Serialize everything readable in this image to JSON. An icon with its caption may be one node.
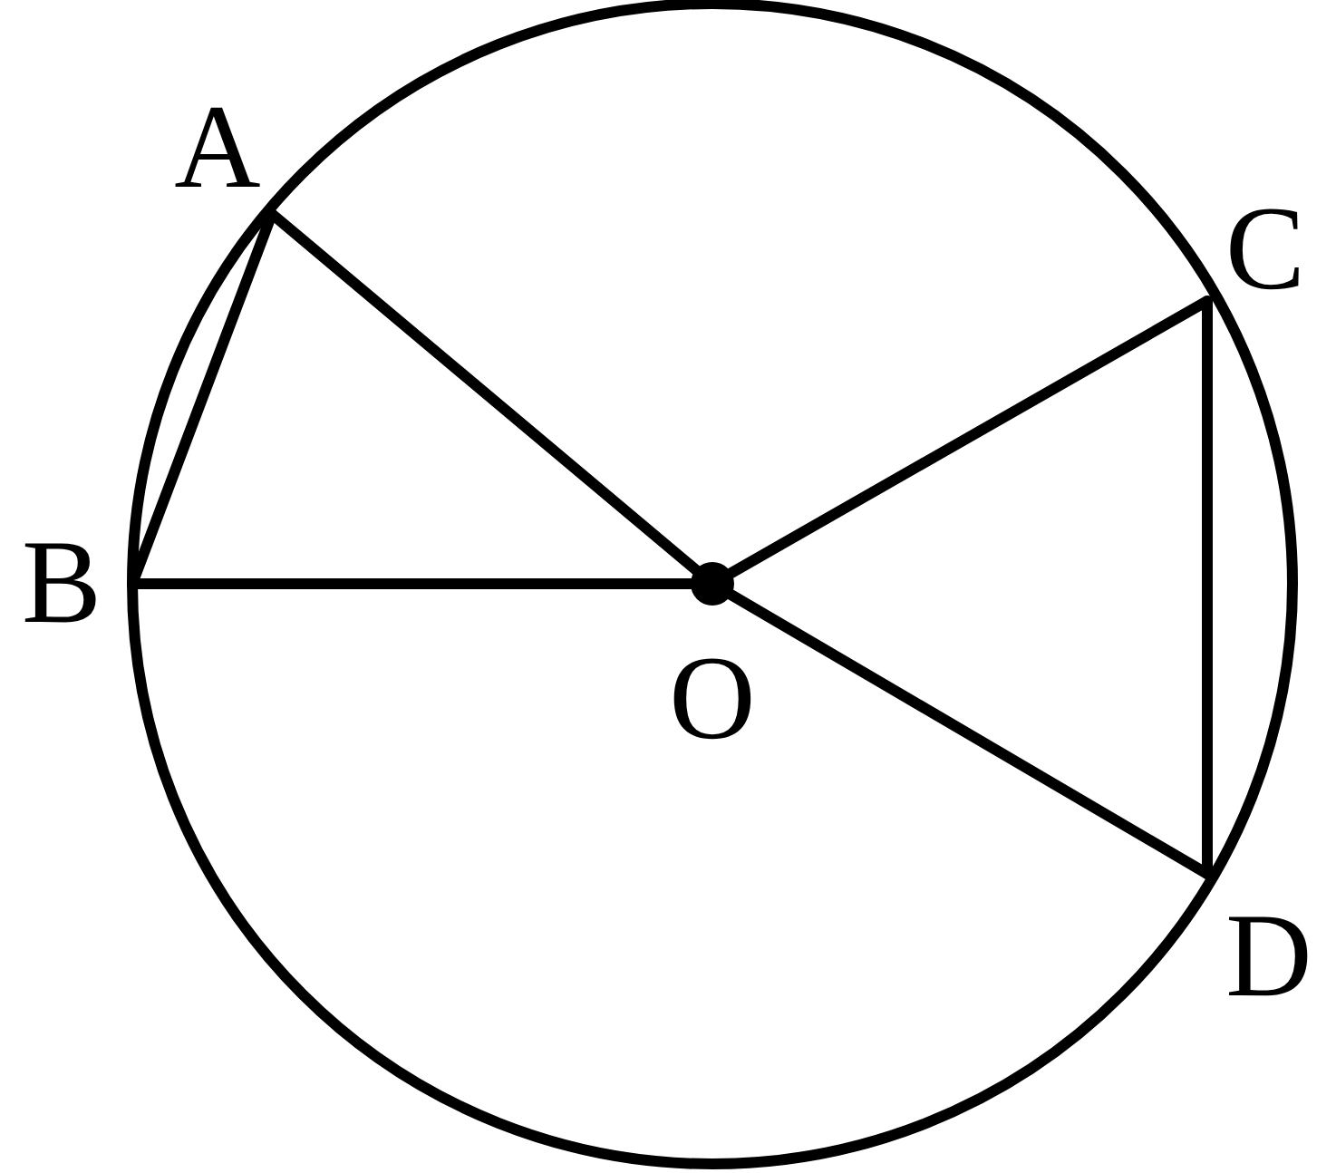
{
  "diagram": {
    "nodes": [
      {
        "text": [
          "A"
        ]
      },
      {
        "text": [
          "B"
        ]
      },
      {
        "text": [
          "C"
        ]
      },
      {
        "text": [
          "D"
        ]
      },
      {
        "text": [
          "O"
        ]
      }
    ],
    "edges": [
      {
        "from": 4,
        "to": 0,
        "arrow": "none"
      },
      {
        "from": 4,
        "to": 1,
        "arrow": "none"
      },
      {
        "from": 4,
        "to": 2,
        "arrow": "none"
      },
      {
        "from": 4,
        "to": 3,
        "arrow": "none"
      },
      {
        "from": 0,
        "to": 1,
        "arrow": "none"
      },
      {
        "from": 2,
        "to": 3,
        "arrow": "none"
      }
    ]
  }
}
